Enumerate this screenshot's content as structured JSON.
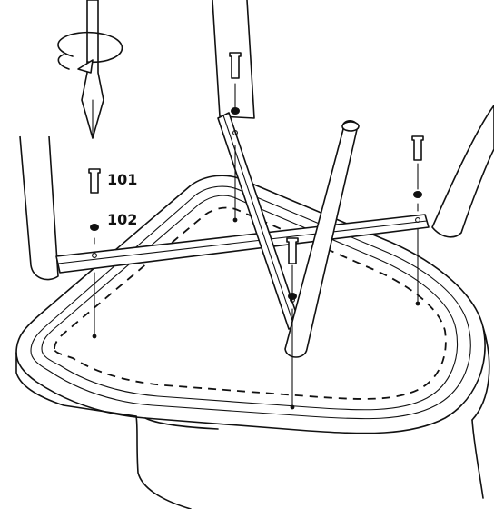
{
  "parts": [
    {
      "id": "screw",
      "label": "101",
      "icon": "screw-icon"
    },
    {
      "id": "washer",
      "label": "102",
      "icon": "washer-icon"
    }
  ],
  "icons": {
    "tool": "screwdriver-icon",
    "rotation": "rotate-clockwise-arrow-icon"
  },
  "colors": {
    "line": "#111111",
    "background": "#ffffff"
  }
}
